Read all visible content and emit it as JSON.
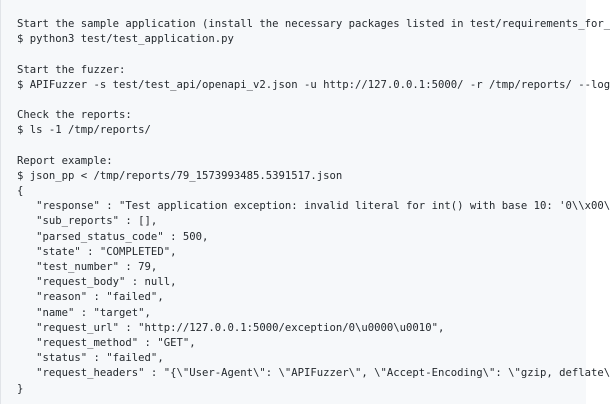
{
  "code": {
    "sections": [
      {
        "lines": [
          "Start the sample application (install the necessary packages listed in test/requirements_for_",
          "$ python3 test/test_application.py"
        ]
      },
      {
        "lines": [
          "Start the fuzzer:",
          "$ APIFuzzer -s test/test_api/openapi_v2.json -u http://127.0.0.1:5000/ -r /tmp/reports/ --log"
        ]
      },
      {
        "lines": [
          "Check the reports:",
          "$ ls -1 /tmp/reports/"
        ]
      },
      {
        "lines": [
          "Report example:",
          "$ json_pp < /tmp/reports/79_1573993485.5391517.json",
          "{",
          "   \"response\" : \"Test application exception: invalid literal for int() with base 10: '0\\\\x00\\",
          "   \"sub_reports\" : [],",
          "   \"parsed_status_code\" : 500,",
          "   \"state\" : \"COMPLETED\",",
          "   \"test_number\" : 79,",
          "   \"request_body\" : null,",
          "   \"reason\" : \"failed\",",
          "   \"name\" : \"target\",",
          "   \"request_url\" : \"http://127.0.0.1:5000/exception/0\\u0000\\u0010\",",
          "   \"request_method\" : \"GET\",",
          "   \"status\" : \"failed\",",
          "   \"request_headers\" : \"{\\\"User-Agent\\\": \\\"APIFuzzer\\\", \\\"Accept-Encoding\\\": \\\"gzip, deflate\\",
          "}"
        ]
      }
    ]
  }
}
